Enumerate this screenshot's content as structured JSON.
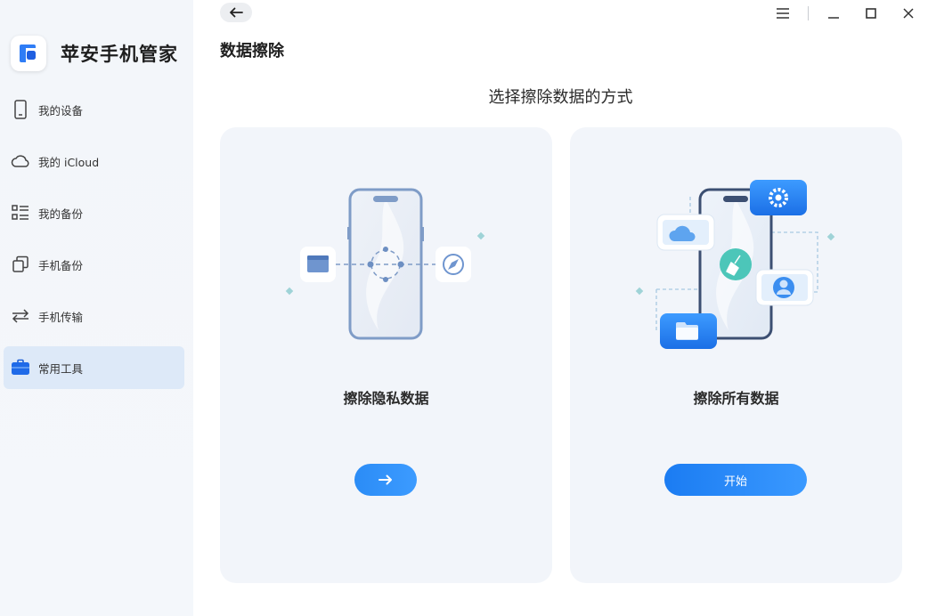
{
  "app": {
    "name": "苹安手机管家"
  },
  "sidebar": {
    "items": [
      {
        "label": "我的设备",
        "icon": "phone-icon"
      },
      {
        "label": "我的 iCloud",
        "icon": "cloud-icon"
      },
      {
        "label": "我的备份",
        "icon": "list-icon"
      },
      {
        "label": "手机备份",
        "icon": "copy-icon"
      },
      {
        "label": "手机传输",
        "icon": "transfer-icon"
      },
      {
        "label": "常用工具",
        "icon": "toolbox-icon",
        "active": true
      }
    ]
  },
  "header": {
    "title": "数据擦除"
  },
  "main": {
    "subtitle": "选择擦除数据的方式",
    "cards": [
      {
        "label": "擦除隐私数据",
        "button_icon": "arrow-right-icon"
      },
      {
        "label": "擦除所有数据",
        "button_label": "开始"
      }
    ]
  },
  "colors": {
    "accent": "#2b8cf6",
    "active_bg": "#dde9f8",
    "card_bg": "#f2f5fa"
  }
}
